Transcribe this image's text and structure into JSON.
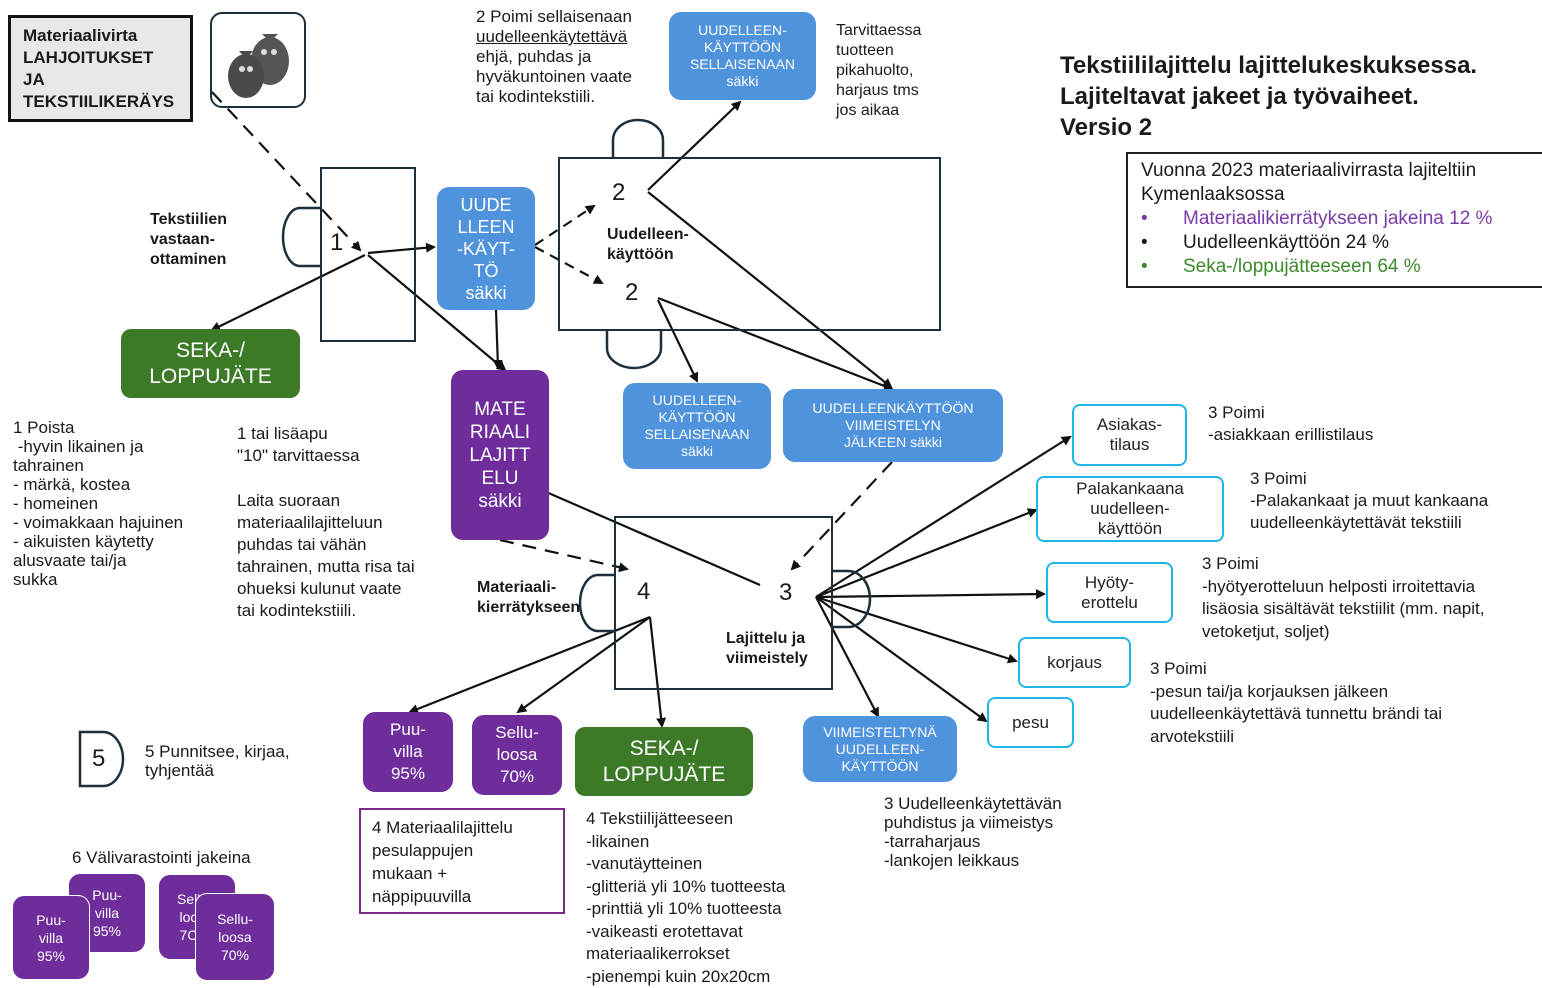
{
  "source_box": {
    "label": "Materiaalivirta\nLAHJOITUKSET\nJA\nTEKSTIILIKERÄYS"
  },
  "title": {
    "text": "Tekstiililajittelu lajittelukeskuksessa.\nLajiteltavat jakeet ja työvaiheet.\nVersio 2"
  },
  "stats": {
    "intro": "Vuonna 2023 materiaalivirrasta lajiteltiin\nKymenlaaksossa",
    "items": [
      {
        "text": "Materiaalikierrätykseen jakeina 12 %",
        "color": "#7a3aa8"
      },
      {
        "text": "Uudelleenkäyttöön 24 %",
        "color": "#1a1a1a"
      },
      {
        "text": "Seka-/loppujätteeseen 64 %",
        "color": "#3d8a2c"
      }
    ]
  },
  "stations": {
    "s1": {
      "number": "1",
      "label": "Tekstiilien\nvastaan-\nottaminen"
    },
    "s2": {
      "number_top": "2",
      "number_bottom": "2",
      "label": "Uudelleen-\nkäyttöön"
    },
    "s3": {
      "number": "3",
      "label": "Lajittelu ja\nviimeistely"
    },
    "s4": {
      "number": "4",
      "label": "Materiaali-\nkierrätykseen"
    },
    "s5": {
      "number": "5"
    }
  },
  "bins": {
    "reuse_bag": "UUDE\nLLEEN\n-KÄYT-\nTÖ\nsäkki",
    "reuse_as_is_top": "UUDELLEEN-\nKÄYTTÖÖN\nSELLAISENAAN\nsäkki",
    "reuse_as_is_bottom": "UUDELLEEN-\nKÄYTTÖÖN\nSELLAISENAAN\nsäkki",
    "reuse_after_finish": "UUDELLEENKÄYTTÖÖN\nVIIMEISTELYN\nJÄLKEEN säkki",
    "mixed_waste_1": "SEKA-/\nLOPPUJÄTE",
    "mixed_waste_2": "SEKA-/\nLOPPUJÄTE",
    "material_sort_bag": "MATE\nRIAALI\nLAJITT\nELU\nsäkki",
    "cotton": "Puu-\nvilla\n95%",
    "cellulose": "Sellu-\nloosa\n70%",
    "finished_reuse": "VIIMEISTELTYNÄ\nUUDELLEEN-\nKÄYTTÖÖN",
    "customer_order": "Asiakas-\ntilaus",
    "patch_fabric": "Palakankaana\nuudelleen-\nkäyttöön",
    "separation": "Hyöty-\nerottelu",
    "repair": "korjaus",
    "wash": "pesu"
  },
  "storage": {
    "label": "6 Välivarastointi jakeina",
    "cotton_back": "Puu-\nvilla\n95%",
    "cotton_front": "Puu-\nvilla\n95%",
    "cellulose_back": "Sel'\nloc\n7C",
    "cellulose_front": "Sellu-\nloosa\n70%"
  },
  "notes": {
    "pick2": {
      "pre": "2 Poimi sellaisenaan\n",
      "underlined": "uudelleenkäytettävä",
      "post": "\nehjä, puhdas ja\nhyväkuntoinen vaate\ntai kodintekstiili."
    },
    "maintenance": "Tarvittaessa\ntuotteen\npikahuolto,\nharjaus tms\njos aikaa",
    "remove1": "1 Poista\n -hyvin likainen ja\ntahrainen\n- märkä, kostea\n- homeinen\n- voimakkaan hajuinen\n- aikuisten käytetty\nalusvaate tai/ja\nsukka",
    "helper": "1 tai lisäapu\n\"10\" tarvittaessa",
    "direct": "Laita suoraan\nmateriaalilajitteluun\npuhdas tai vähän\ntahrainen, mutta risa tai\nohueksi kulunut vaate\ntai kodintekstiili.",
    "weigh5": "5 Punnitsee, kirjaa,\ntyhjentää",
    "material4": "4 Materiaalilajittelu\npesulappujen\nmukaan +\nnäppipuuvilla",
    "waste4": "4 Tekstiilijätteeseen\n-likainen\n-vanutäytteinen\n-glitteriä yli 10% tuotteesta\n-printtiä yli 10% tuotteesta\n-vaikeasti erotettavat\nmateriaalikerrokset\n-pienempi kuin 20x20cm",
    "clean3": "3 Uudelleenkäytettävän\npuhdistus ja viimeistys\n-tarraharjaus\n-lankojen leikkaus",
    "pick3a": "3 Poimi\n-asiakkaan erillistilaus",
    "pick3b": "3 Poimi\n-Palakankaat ja muut kankaana\nuudelleenkäytettävät tekstiili",
    "pick3c": "3 Poimi\n-hyötyerotteluun helposti irroitettavia\nlisäosia sisältävät tekstiilit (mm. napit,\nvetoketjut, soljet)",
    "pick3d": "3 Poimi\n-pesun tai/ja korjauksen jälkeen\nuudelleenkäytettävä tunnettu brändi tai\narvotekstiili"
  }
}
